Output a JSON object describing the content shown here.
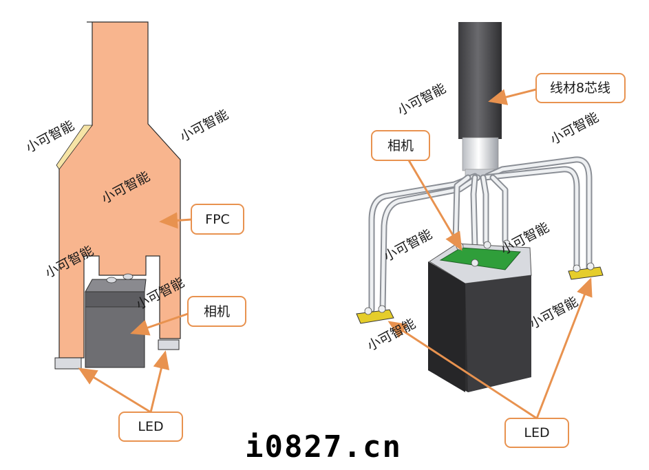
{
  "labels": {
    "fpc": "FPC",
    "camera_left": "相机",
    "led_left": "LED",
    "wire": "线材8芯线",
    "camera_right": "相机",
    "led_right": "LED"
  },
  "watermark": "小可智能",
  "site": "i0827.cn",
  "colors": {
    "fpc": "#f8b58e",
    "callout_border": "#e8924f",
    "arrow": "#e8924f",
    "camera_body": "#6e6e72",
    "cable": "#47474a",
    "pcb": "#2f9e3a",
    "led": "#e5cd2b"
  }
}
